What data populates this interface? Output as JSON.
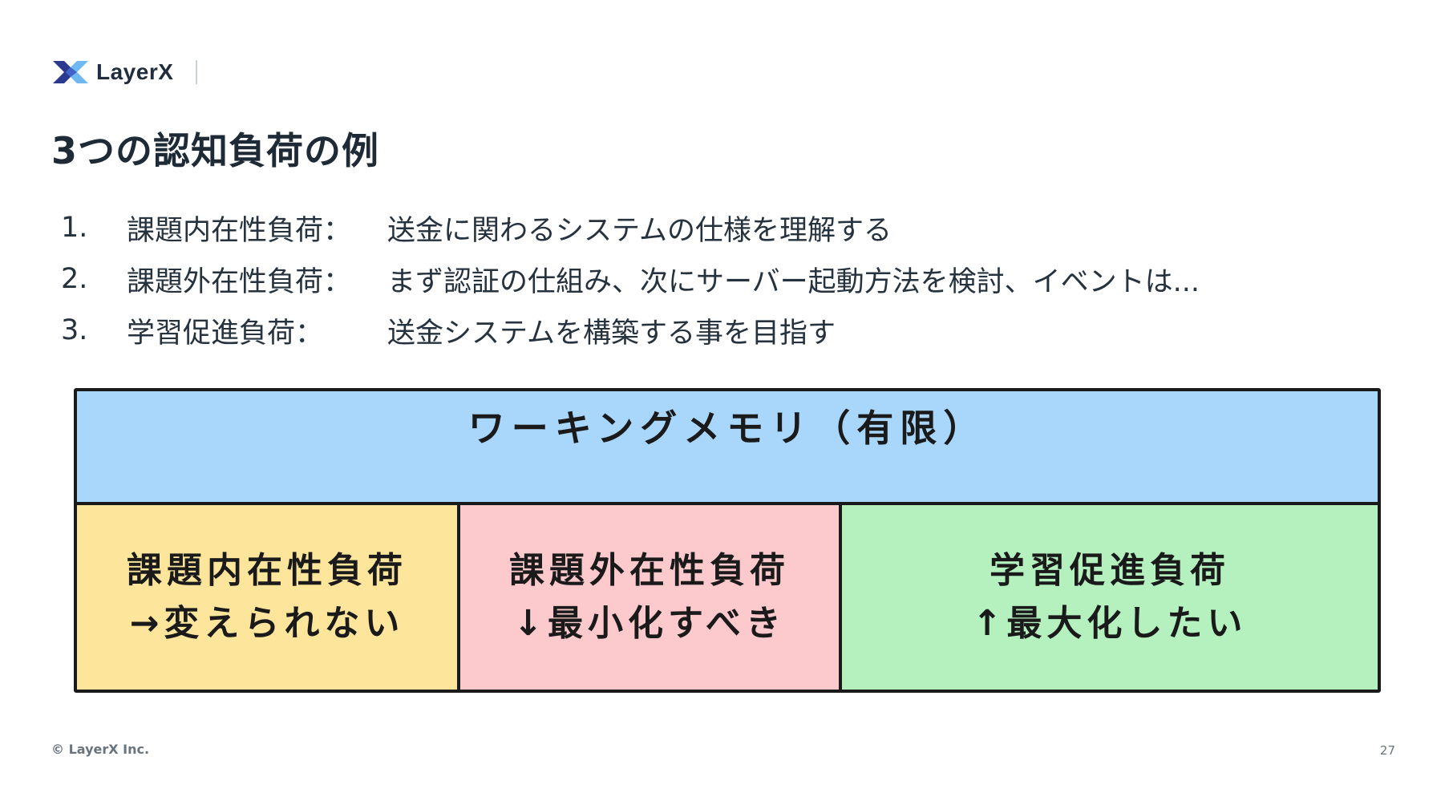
{
  "brand": {
    "name": "LayerX",
    "mark_icon": "layerx-logo-icon",
    "colors": {
      "mark_dark": "#2b3a8f",
      "mark_light": "#6fb8f0"
    }
  },
  "title": "3つの認知負荷の例",
  "list": [
    {
      "number": "1.",
      "term": "課題内在性負荷：",
      "description": "送金に関わるシステムの仕様を理解する"
    },
    {
      "number": "2.",
      "term": "課題外在性負荷：",
      "description": "まず認証の仕組み、次にサーバー起動方法を検討、イベントは..."
    },
    {
      "number": "3.",
      "term": "学習促進負荷：",
      "description": "送金システムを構築する事を目指す"
    }
  ],
  "diagram": {
    "working_memory_label": "ワーキングメモリ（有限）",
    "boxes": [
      {
        "line1": "課題内在性負荷",
        "line2": "→変えられない",
        "color": "#fde69c"
      },
      {
        "line1": "課題外在性負荷",
        "line2": "↓最小化すべき",
        "color": "#fcc9cc"
      },
      {
        "line1": "学習促進負荷",
        "line2": "↑最大化したい",
        "color": "#b5f1bf"
      }
    ],
    "working_memory_color": "#a9d6fb"
  },
  "footer": {
    "copyright": "© LayerX Inc.",
    "page_number": "27"
  }
}
